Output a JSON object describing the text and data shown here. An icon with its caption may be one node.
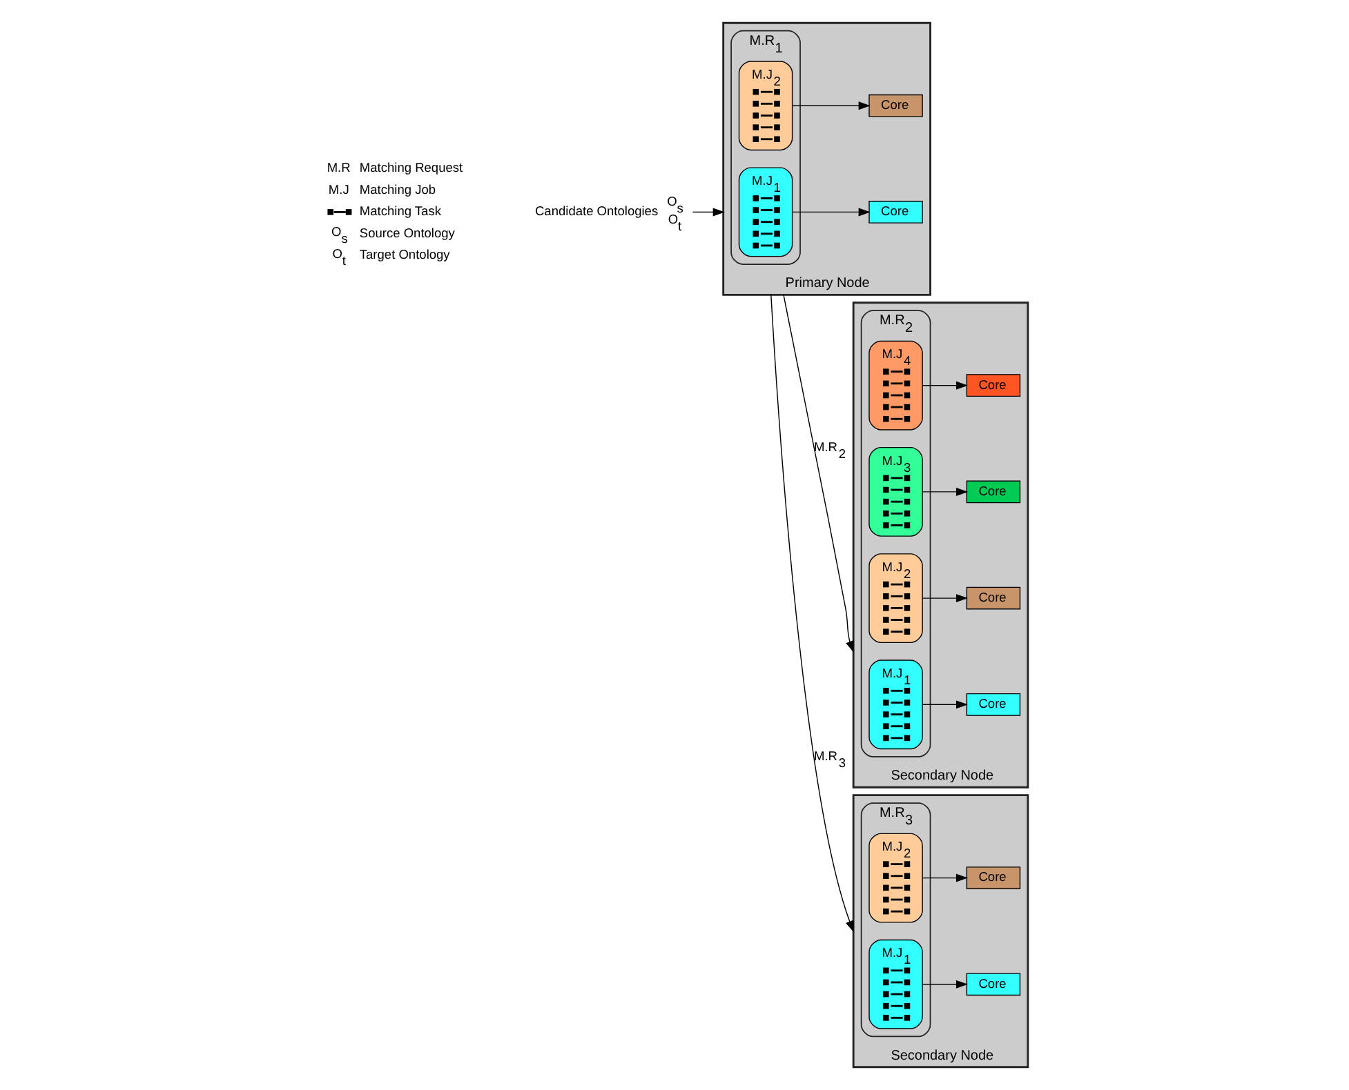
{
  "diagram": {
    "nodes": [
      {
        "text": [
          "Candidate Ontologies"
        ],
        "beside": [
          "O$_{s}$",
          "O$_{t}$"
        ]
      },
      {
        "text": [
          "Primary Node"
        ]
      },
      {
        "text": [
          "M.R$_{1}$"
        ],
        "in": 1
      },
      {
        "text": [
          "M.J$_{1}$"
        ],
        "in": 2
      },
      {
        "text": [
          "M.J$_{2}$"
        ],
        "in": 2
      },
      {
        "text": [
          "Core"
        ],
        "in": 1
      },
      {
        "text": [
          "Core"
        ],
        "in": 1
      },
      {
        "text": [
          "Secondary Node"
        ]
      },
      {
        "text": [
          "M.R$_{2}$"
        ],
        "in": 7
      },
      {
        "text": [
          "M.J$_{1}$"
        ],
        "in": 8
      },
      {
        "text": [
          "M.J$_{2}$"
        ],
        "in": 8
      },
      {
        "text": [
          "M.J$_{3}$"
        ],
        "in": 8
      },
      {
        "text": [
          "M.J$_{4}$"
        ],
        "in": 8
      },
      {
        "text": [
          "Core"
        ],
        "in": 7
      },
      {
        "text": [
          "Core"
        ],
        "in": 7
      },
      {
        "text": [
          "Core"
        ],
        "in": 7
      },
      {
        "text": [
          "Core"
        ],
        "in": 7
      },
      {
        "text": [
          "Secondary Node"
        ]
      },
      {
        "text": [
          "M.R$_{3}$"
        ],
        "in": 17
      },
      {
        "text": [
          "M.J$_{1}$"
        ],
        "in": 18
      },
      {
        "text": [
          "M.J$_{2}$"
        ],
        "in": 18
      },
      {
        "text": [
          "Core"
        ],
        "in": 17
      },
      {
        "text": [
          "Core"
        ],
        "in": 17
      }
    ],
    "edges": [
      {
        "from": 0,
        "to": 1,
        "arrow": "to"
      },
      {
        "from": 3,
        "to": 5,
        "arrow": "to"
      },
      {
        "from": 4,
        "to": 6,
        "arrow": "to"
      },
      {
        "from": 1,
        "to": 7,
        "arrow": "to",
        "label": "M.R$_{2}$"
      },
      {
        "from": 9,
        "to": 13,
        "arrow": "to"
      },
      {
        "from": 10,
        "to": 14,
        "arrow": "to"
      },
      {
        "from": 11,
        "to": 15,
        "arrow": "to"
      },
      {
        "from": 12,
        "to": 16,
        "arrow": "to"
      },
      {
        "from": 1,
        "to": 17,
        "arrow": "to",
        "label": "M.R$_{3}$"
      },
      {
        "from": 19,
        "to": 21,
        "arrow": "to"
      },
      {
        "from": 20,
        "to": 22,
        "arrow": "to"
      }
    ],
    "labels": [
      "M.R",
      "Matching Request",
      "M.J",
      "Matching Job",
      "O$_{s}$",
      "Source Ontology",
      "O$_{t}$",
      "Target Ontology"
    ],
    "legend": [
      {
        "text": "Matching Task"
      }
    ]
  }
}
